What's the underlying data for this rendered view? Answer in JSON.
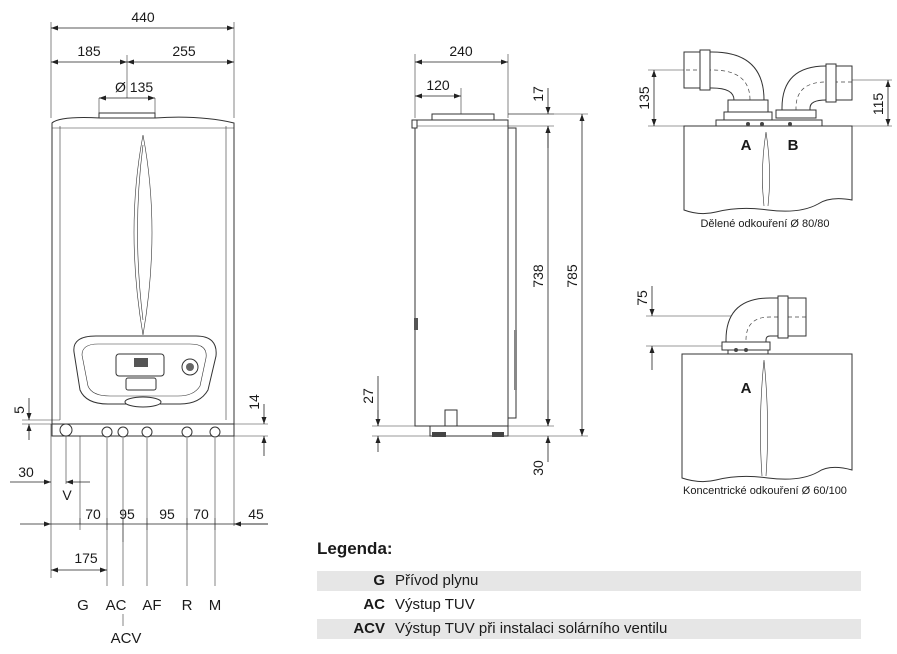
{
  "front_view": {
    "dims": {
      "width": "440",
      "left": "185",
      "right": "255",
      "flue": "Ø 135",
      "bottom_gap": "5",
      "pipe_h": "14",
      "v_off": "30"
    },
    "spacing": [
      "70",
      "95",
      "95",
      "70",
      "45"
    ],
    "v_label": "V",
    "sub_dim": "175",
    "connections": [
      "G",
      "AC",
      "AF",
      "R",
      "M"
    ],
    "acv_label": "ACV"
  },
  "side_view": {
    "dims": {
      "depth": "240",
      "flue_off": "120",
      "top": "17",
      "h_inner": "738",
      "h_total": "785",
      "bottom_left": "27",
      "bottom_right": "30"
    }
  },
  "split_flue": {
    "dims": {
      "left": "135",
      "right": "115"
    },
    "labels": [
      "A",
      "B"
    ],
    "caption": "Dělené odkouření Ø 80/80"
  },
  "coaxial_flue": {
    "dims": {
      "h": "75"
    },
    "label": "A",
    "caption": "Koncentrické odkouření Ø 60/100"
  },
  "legend": {
    "title": "Legenda:",
    "items": [
      {
        "code": "G",
        "text": "Přívod plynu"
      },
      {
        "code": "AC",
        "text": "Výstup TUV"
      },
      {
        "code": "ACV",
        "text": "Výstup TUV při instalaci solárního ventilu"
      }
    ]
  }
}
